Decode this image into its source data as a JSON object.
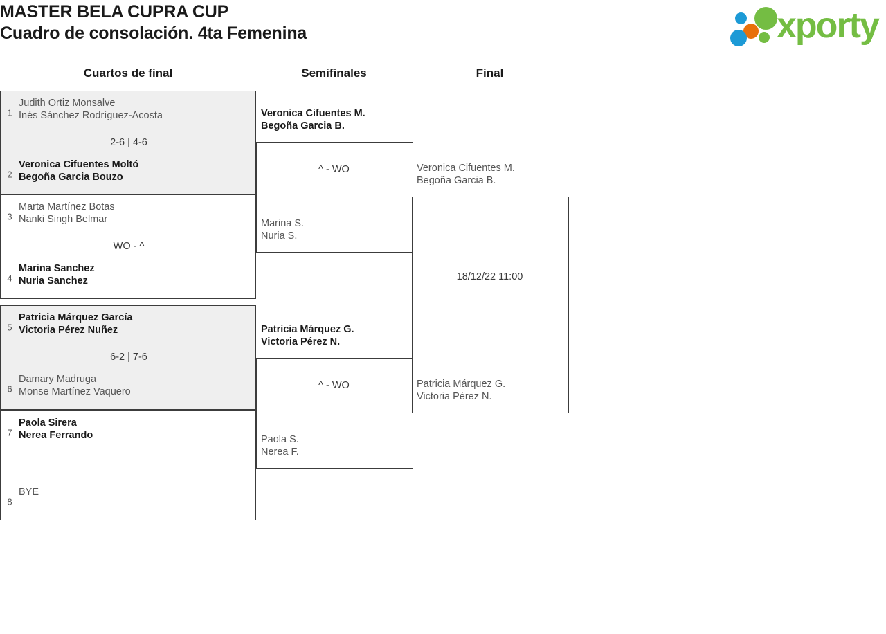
{
  "header": {
    "title_line1": "MASTER BELA CUPRA CUP",
    "title_line2": "Cuadro de consolación. 4ta Femenina",
    "logo": {
      "wordmark": "xporty",
      "colors": {
        "green": "#74bd43",
        "blue": "#1c9ad6",
        "orange": "#e8700a"
      }
    }
  },
  "rounds": [
    {
      "label": "Cuartos de final"
    },
    {
      "label": "Semifinales"
    },
    {
      "label": "Final"
    }
  ],
  "matches": {
    "qf": [
      {
        "seed_top": "1",
        "top_name1": "Judith Ortiz Monsalve",
        "top_name2": "Inés Sánchez Rodríguez-Acosta",
        "score": "2-6 | 4-6",
        "seed_bottom": "2",
        "bottom_name1": "Veronica Cifuentes Moltó",
        "bottom_name2": "Begoña Garcia Bouzo"
      },
      {
        "seed_top": "3",
        "top_name1": "Marta Martínez Botas",
        "top_name2": "Nanki Singh Belmar",
        "score": "WO - ^",
        "seed_bottom": "4",
        "bottom_name1": "Marina Sanchez",
        "bottom_name2": "Nuria Sanchez"
      },
      {
        "seed_top": "5",
        "top_name1": "Patricia Márquez García",
        "top_name2": "Victoria Pérez Nuñez",
        "score": "6-2 | 7-6",
        "seed_bottom": "6",
        "bottom_name1": "Damary Madruga",
        "bottom_name2": "Monse Martínez Vaquero"
      },
      {
        "seed_top": "7",
        "top_name1": "Paola Sirera",
        "top_name2": "Nerea Ferrando",
        "score": "",
        "seed_bottom": "8",
        "bottom_name1": "BYE",
        "bottom_name2": ""
      }
    ],
    "sf": [
      {
        "winner_name1": "Veronica Cifuentes M.",
        "winner_name2": "Begoña Garcia B.",
        "score": "^ - WO",
        "loser_name1": "Marina S.",
        "loser_name2": "Nuria S."
      },
      {
        "winner_name1": "Patricia Márquez G.",
        "winner_name2": "Victoria Pérez N.",
        "score": "^ - WO",
        "loser_name1": "Paola S.",
        "loser_name2": "Nerea F."
      }
    ],
    "final": [
      {
        "top_name1": "Veronica Cifuentes M.",
        "top_name2": "Begoña Garcia B.",
        "score": "18/12/22 11:00",
        "bottom_name1": "Patricia Márquez G.",
        "bottom_name2": "Victoria Pérez N."
      }
    ]
  }
}
